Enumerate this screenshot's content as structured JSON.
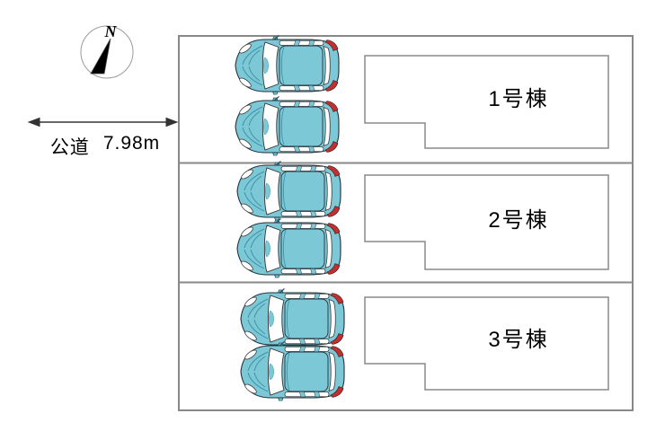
{
  "compass": {
    "north_label": "N"
  },
  "road": {
    "type_label": "公道",
    "width_label": "7.98m"
  },
  "buildings": [
    {
      "label": "1号棟"
    },
    {
      "label": "2号棟"
    },
    {
      "label": "3号棟"
    }
  ],
  "parking": {
    "lots": 3,
    "cars_per_lot": 2,
    "total_cars": 6
  },
  "colors": {
    "car_body": "#7cc8d6",
    "car_detail_line": "#3d93a6",
    "car_taillight": "#c22f2f",
    "boundary_gray": "#888888",
    "building_outline": "#8a8a8a",
    "text": "#000000"
  }
}
